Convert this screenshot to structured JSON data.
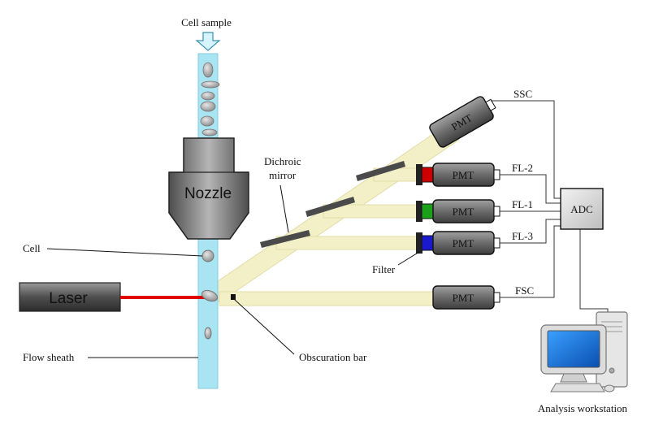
{
  "labels": {
    "cell_sample": "Cell sample",
    "nozzle": "Nozzle",
    "cell": "Cell",
    "laser": "Laser",
    "flow_sheath": "Flow sheath",
    "obscuration_bar": "Obscuration bar",
    "dichroic_mirror_line1": "Dichroic",
    "dichroic_mirror_line2": "mirror",
    "filter": "Filter",
    "adc": "ADC",
    "analysis_workstation": "Analysis workstation"
  },
  "detectors": [
    {
      "id": "ssc",
      "pmt_label": "PMT",
      "channel": "SSC",
      "filter_color": ""
    },
    {
      "id": "fl2",
      "pmt_label": "PMT",
      "channel": "FL-2",
      "filter_color": "#cc0000"
    },
    {
      "id": "fl1",
      "pmt_label": "PMT",
      "channel": "FL-1",
      "filter_color": "#1aa01a"
    },
    {
      "id": "fl3",
      "pmt_label": "PMT",
      "channel": "FL-3",
      "filter_color": "#1a1acc"
    },
    {
      "id": "fsc",
      "pmt_label": "PMT",
      "channel": "FSC",
      "filter_color": ""
    }
  ],
  "colors": {
    "flow_stream": "#a8e4f2",
    "light_path": "#f3f0c8",
    "laser_beam": "#e00000",
    "pmt_body": "#6b6b6b",
    "mirror": "#4a4a4a"
  }
}
